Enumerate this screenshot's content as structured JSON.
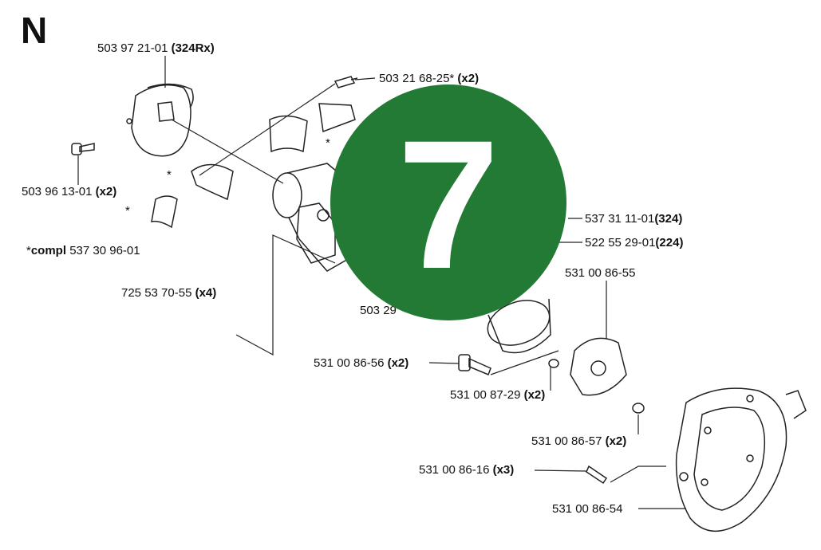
{
  "section_letter": "N",
  "badge_number": "7",
  "colors": {
    "badge": "#237a35",
    "ink": "#222222"
  },
  "note": {
    "prefix": "*",
    "bold": "compl",
    "text": " 537 30 96-01"
  },
  "labels": [
    {
      "id": "l1",
      "part": "503 97 21-01 ",
      "qty": "(324Rx)"
    },
    {
      "id": "l2",
      "part": "503 21 68-25* ",
      "qty": "(x2)"
    },
    {
      "id": "l3",
      "part": "503 96 13-01 ",
      "qty": "(x2)"
    },
    {
      "id": "l4",
      "part": "537 31 11-01",
      "qty": "(324)"
    },
    {
      "id": "l5",
      "part": "522 55 29-01",
      "qty": "(224)"
    },
    {
      "id": "l6",
      "part": "531 00 86-55",
      "qty": ""
    },
    {
      "id": "l7",
      "part": "725 53 70-55 ",
      "qty": "(x4)"
    },
    {
      "id": "l8",
      "part": "503 29",
      "qty": ""
    },
    {
      "id": "l9",
      "part": "531 00 86-56 ",
      "qty": "(x2)"
    },
    {
      "id": "l10",
      "part": "531 00 87-29 ",
      "qty": "(x2)"
    },
    {
      "id": "l11",
      "part": "531 00 86-57 ",
      "qty": "(x2)"
    },
    {
      "id": "l12",
      "part": "531 00 86-16 ",
      "qty": "(x3)"
    },
    {
      "id": "l13",
      "part": "531 00 86-54",
      "qty": ""
    }
  ],
  "asterisks": [
    "*",
    "*",
    "*"
  ]
}
